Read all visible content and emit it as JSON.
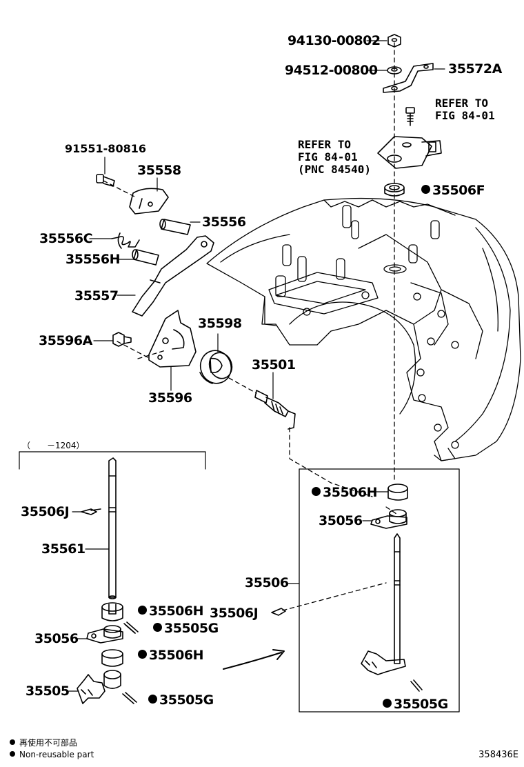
{
  "labels": {
    "p94130": "94130-00802",
    "p94512": "94512-00800",
    "p35572a": "35572A",
    "refer_bolt": "REFER TO\nFIG 84-01",
    "refer_switch": "REFER TO\nFIG 84-01\n(PNC 84540)",
    "p35506f": "35506F",
    "p91551": "91551-80816",
    "p35558": "35558",
    "p35556": "35556",
    "p35556c": "35556C",
    "p35556h": "35556H",
    "p35557": "35557",
    "p35596a": "35596A",
    "p35598": "35598",
    "p35596": "35596",
    "p35501": "35501",
    "date_range": "（　　－1204）",
    "p35506j_left": "35506J",
    "p35561": "35561",
    "p35506h_l1": "35506H",
    "p35505g_l1": "35505G",
    "p35056_left": "35056",
    "p35506h_l2": "35506H",
    "p35505": "35505",
    "p35505g_l2": "35505G",
    "p35506h_box": "35506H",
    "p35056_box": "35056",
    "p35506": "35506",
    "p35506j_box": "35506J",
    "p35505g_box": "35505G"
  },
  "legend": {
    "jp": "再使用不可部品",
    "en": "Non-reusable part"
  },
  "figure_id": "358436E",
  "colors": {
    "ink": "#000000",
    "paper": "#ffffff"
  }
}
